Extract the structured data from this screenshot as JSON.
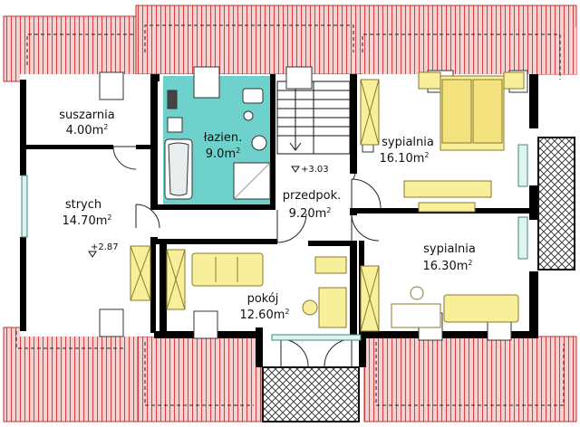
{
  "colors": {
    "roof": "#f2c9c9",
    "roof_line": "#d23c3c",
    "wall": "#000000",
    "bathroom_floor": "#6fd1cb",
    "furniture": "#f7ef9a",
    "furniture_stroke": "#8a7a2e",
    "balcony_hatch": "#333333"
  },
  "rooms": {
    "suszarnia": {
      "name": "suszarnia",
      "area": "4.00m",
      "sup": "2"
    },
    "strych": {
      "name": "strych",
      "area": "14.70m",
      "sup": "2"
    },
    "lazienka": {
      "name": "łazien.",
      "area": "9.0m",
      "sup": "2"
    },
    "przedpokoj": {
      "name": "przedpok.",
      "area": "9.20m",
      "sup": "2"
    },
    "sypialnia1": {
      "name": "sypialnia",
      "area": "16.10m",
      "sup": "2"
    },
    "sypialnia2": {
      "name": "sypialnia",
      "area": "16.30m",
      "sup": "2"
    },
    "pokoj": {
      "name": "pokój",
      "area": "12.60m",
      "sup": "2"
    }
  },
  "levels": {
    "level_1": "+3.03",
    "level_2": "+2.87"
  }
}
